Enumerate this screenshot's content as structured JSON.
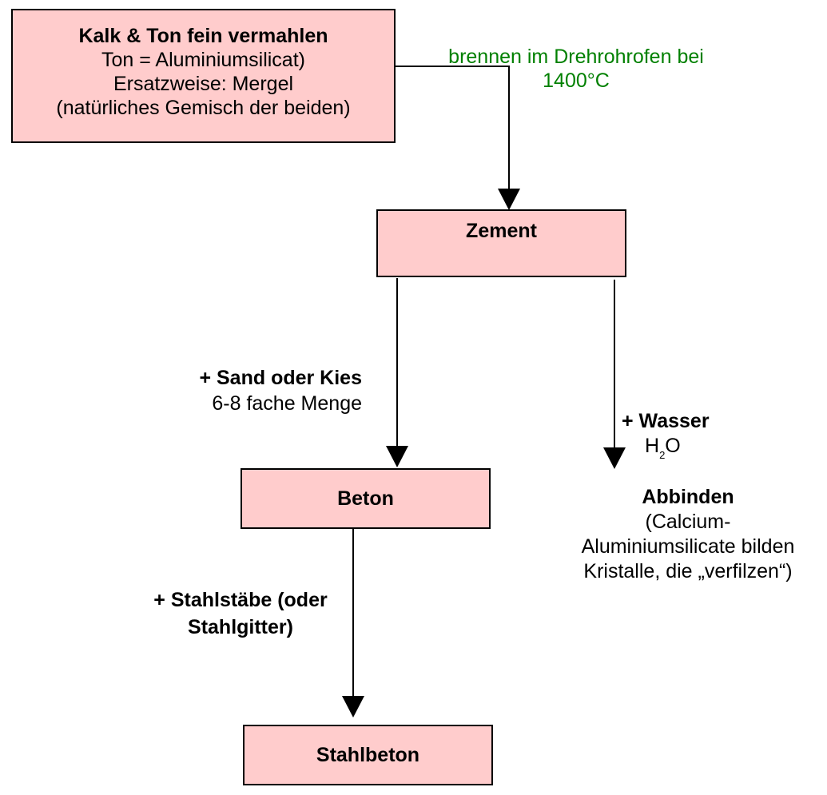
{
  "boxes": {
    "raw": {
      "title": "Kalk & Ton fein vermahlen",
      "line2": "Ton = Aluminiumsilicat)",
      "line3": "Ersatzweise: Mergel",
      "line4": "(natürliches Gemisch der beiden)"
    },
    "zement": "Zement",
    "beton": "Beton",
    "stahlbeton": "Stahlbeton"
  },
  "labels": {
    "brennen": {
      "line1": "brennen im Drehrohrofen bei",
      "line2": "1400°C",
      "color": "#008000"
    },
    "sand": {
      "line1": "+ Sand oder Kies",
      "line2": "6-8 fache Menge"
    },
    "wasser": {
      "line1": "+ Wasser",
      "formula_h": "H",
      "formula_sub": "2",
      "formula_o": "O"
    },
    "abbinden": {
      "title": "Abbinden",
      "line2": "(Calcium-",
      "line3": "Aluminiumsilicate bilden",
      "line4": "Kristalle, die „verfilzen“)"
    },
    "stahl": {
      "line1": "+ Stahlstäbe (oder",
      "line2": "Stahlgitter)"
    }
  },
  "colors": {
    "box_fill": "#ffcccc",
    "box_border": "#000000",
    "accent_green": "#008000"
  }
}
